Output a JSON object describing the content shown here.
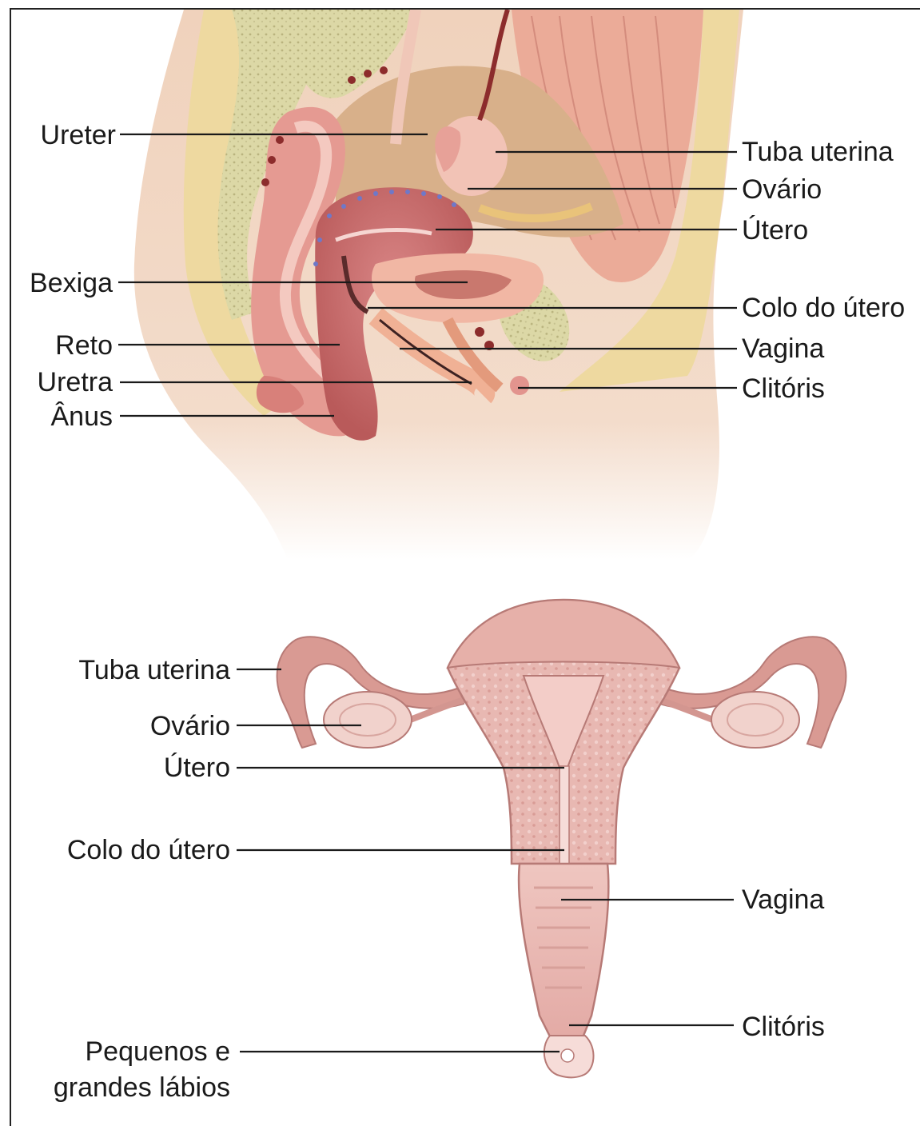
{
  "sagittal_view": {
    "labels": {
      "ureter": "Ureter",
      "bexiga": "Bexiga",
      "reto": "Reto",
      "uretra": "Uretra",
      "anus": "Ânus",
      "tuba_uterina": "Tuba uterina",
      "ovario": "Ovário",
      "utero": "Útero",
      "colo_do_utero": "Colo do útero",
      "vagina": "Vagina",
      "clitoris": "Clitóris"
    }
  },
  "frontal_view": {
    "labels": {
      "tuba_uterina": "Tuba uterina",
      "ovario": "Ovário",
      "utero": "Útero",
      "colo_do_utero": "Colo do útero",
      "vagina": "Vagina",
      "clitoris": "Clitóris",
      "pequenos_e": "Pequenos e",
      "grandes_labios": "grandes lábios"
    }
  },
  "colors": {
    "skin": "#f0d2bc",
    "fat": "#eed9a0",
    "bone": "#d9d6a4",
    "muscle": "#e9a596",
    "uterus_tissue": "#c96b6b",
    "mucosa": "#f2c7c2",
    "frontal_tissue": "#e7b5b0",
    "frontal_outline": "#b77a76",
    "rectum": "#d88a86",
    "vessel": "#8c2c2c"
  }
}
